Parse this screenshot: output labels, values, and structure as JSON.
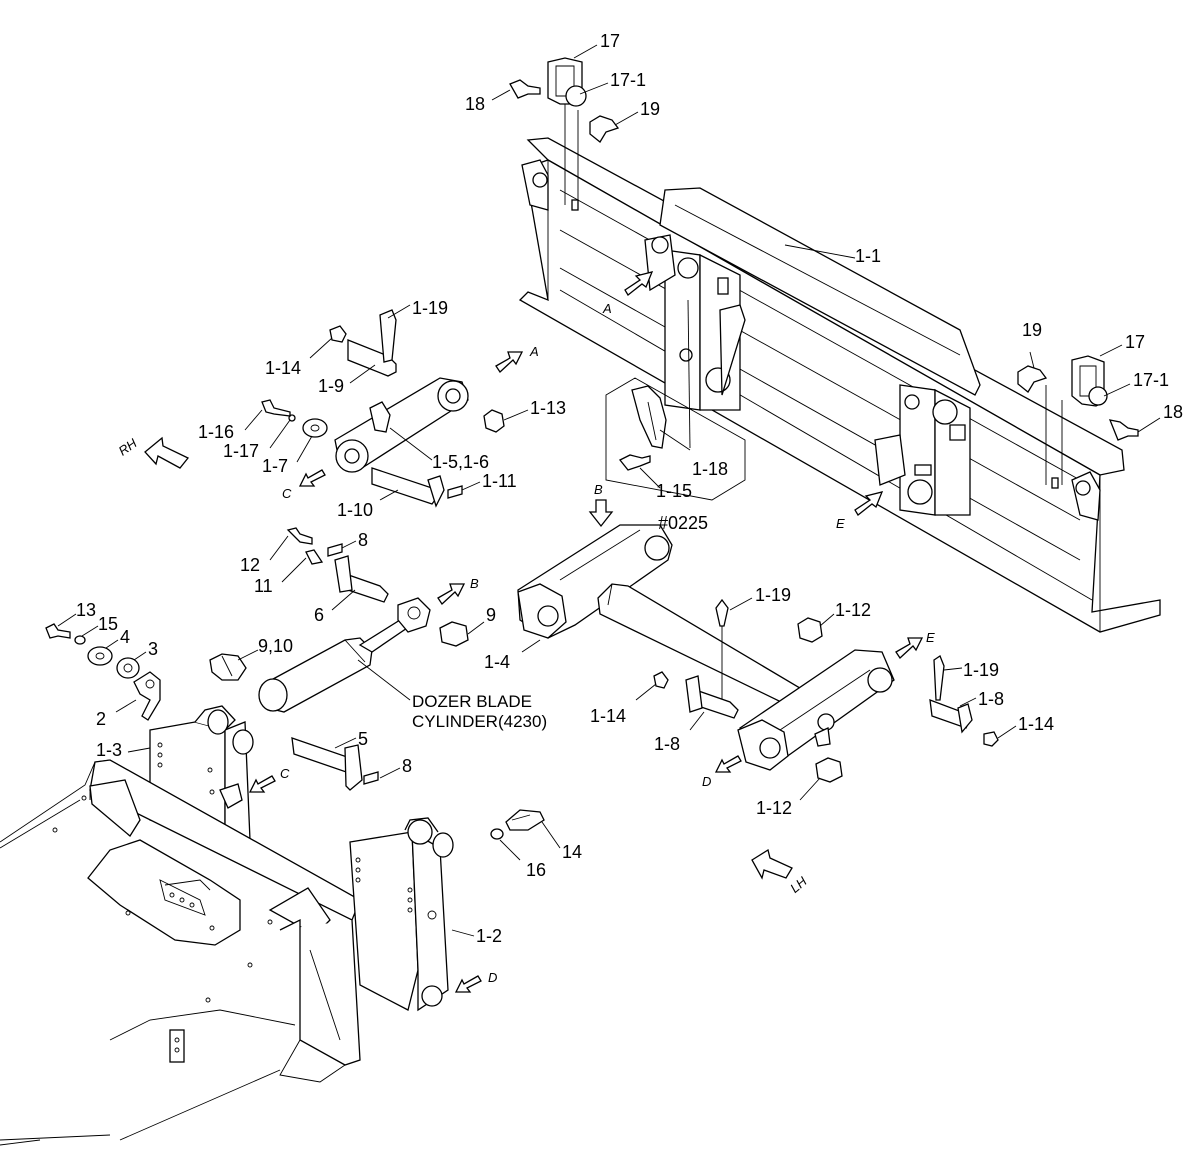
{
  "labels": {
    "p17_top": "17",
    "p17_1_top": "17-1",
    "p18_top": "18",
    "p19_top": "19",
    "p1_1": "1-1",
    "p1_19_top": "1-19",
    "p1_14_top": "1-14",
    "p1_9": "1-9",
    "p1_13": "1-13",
    "p1_16": "1-16",
    "p1_17": "1-17",
    "p1_7": "1-7",
    "p1_5_1_6": "1-5,1-6",
    "p1_10": "1-10",
    "p1_11": "1-11",
    "p1_18": "1-18",
    "p1_15": "1-15",
    "serial": "#0225",
    "p19_right": "19",
    "p17_right": "17",
    "p17_1_right": "17-1",
    "p18_right": "18",
    "p12": "12",
    "p8_top": "8",
    "p11": "11",
    "p6": "6",
    "p9": "9",
    "p13": "13",
    "p15": "15",
    "p4": "4",
    "p3": "3",
    "p9_10": "9,10",
    "p2": "2",
    "p1_3": "1-3",
    "p5": "5",
    "p8_bottom": "8",
    "p1_4": "1-4",
    "p1_19_mid": "1-19",
    "p1_12_top": "1-12",
    "p1_19_right": "1-19",
    "p1_8_right": "1-8",
    "p1_14_right": "1-14",
    "p1_14_mid": "1-14",
    "p1_8_mid": "1-8",
    "p1_12_bottom": "1-12",
    "p16": "16",
    "p14": "14",
    "p1_2": "1-2",
    "cylinder_line1": "DOZER BLADE",
    "cylinder_line2": "CYLINDER(4230)"
  },
  "directions": {
    "a_arm": "A",
    "a_blade": "A",
    "b_pin": "B",
    "b_frame": "B",
    "c_arm": "C",
    "c_bracket": "C",
    "d_frame": "D",
    "d_bracket": "D",
    "e_frame": "E",
    "e_blade": "E",
    "rh": "RH",
    "lh": "LH"
  }
}
